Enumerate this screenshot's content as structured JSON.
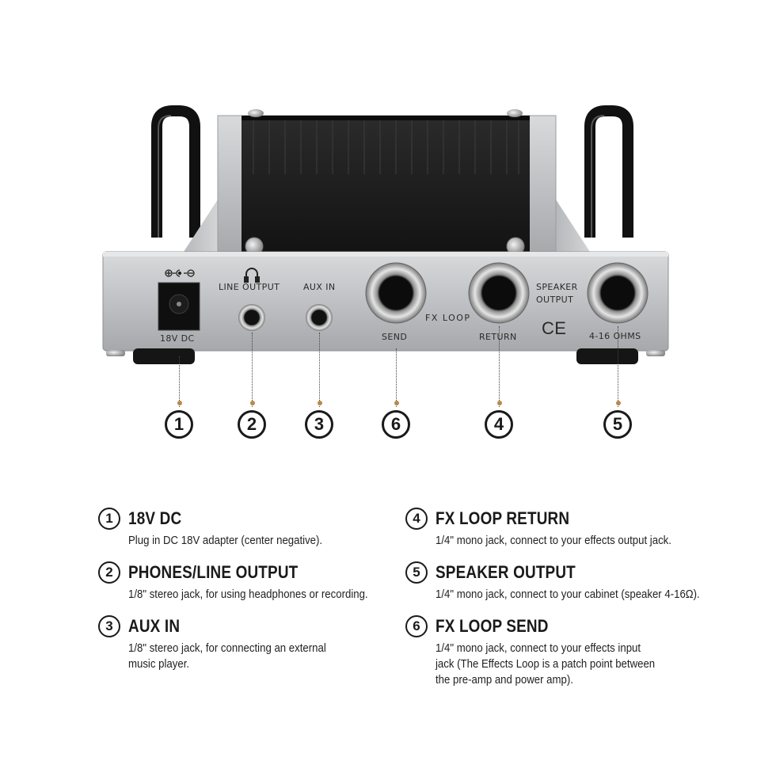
{
  "panel": {
    "dc_label": "18V DC",
    "line_output_label": "LINE OUTPUT",
    "aux_in_label": "AUX IN",
    "fx_loop_label": "FX LOOP",
    "send_label": "SEND",
    "return_label": "RETURN",
    "speaker_output_label_1": "SPEAKER",
    "speaker_output_label_2": "OUTPUT",
    "ohms_label": "4-16 OHMS",
    "ce_mark": "CE"
  },
  "callouts": [
    {
      "number": "1"
    },
    {
      "number": "2"
    },
    {
      "number": "3"
    },
    {
      "number": "6"
    },
    {
      "number": "4"
    },
    {
      "number": "5"
    }
  ],
  "legend": [
    {
      "number": "1",
      "title": "18V DC",
      "desc": "Plug in DC 18V adapter (center negative)."
    },
    {
      "number": "2",
      "title": "PHONES/LINE OUTPUT",
      "desc": "1/8\" stereo jack, for using headphones or recording."
    },
    {
      "number": "3",
      "title": "AUX IN",
      "desc": "1/8\" stereo jack, for connecting an external\nmusic player."
    },
    {
      "number": "4",
      "title": "FX LOOP RETURN",
      "desc": "1/4\" mono jack, connect to your effects output jack."
    },
    {
      "number": "5",
      "title": "SPEAKER OUTPUT",
      "desc": "1/4\" mono jack, connect to your cabinet (speaker 4-16Ω)."
    },
    {
      "number": "6",
      "title": "FX LOOP SEND",
      "desc": "1/4\" mono jack, connect to your effects input\njack (The Effects Loop is a patch point between\nthe pre-amp and power amp)."
    }
  ],
  "icons": [
    "dc-polarity-icon",
    "headphones-icon",
    "ce-mark"
  ]
}
